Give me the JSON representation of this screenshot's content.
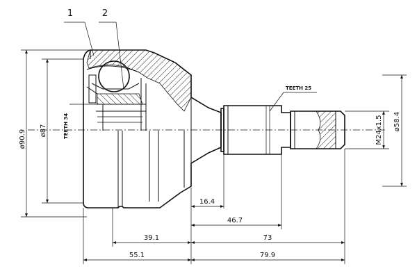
{
  "callouts": {
    "part1": "1",
    "part2": "2"
  },
  "labels": {
    "teeth_outer": "TEETH 25",
    "teeth_inner": "TEETH 34"
  },
  "dimensions": {
    "outer_diameter": "ø90.9",
    "inner_diameter": "ø87",
    "shaft_diameter": "ø58.4",
    "thread": "M24x1.5",
    "d16_4": "16.4",
    "d46_7": "46.7",
    "d39_1": "39.1",
    "d73": "73",
    "d55_1": "55.1",
    "d79_9": "79.9"
  }
}
